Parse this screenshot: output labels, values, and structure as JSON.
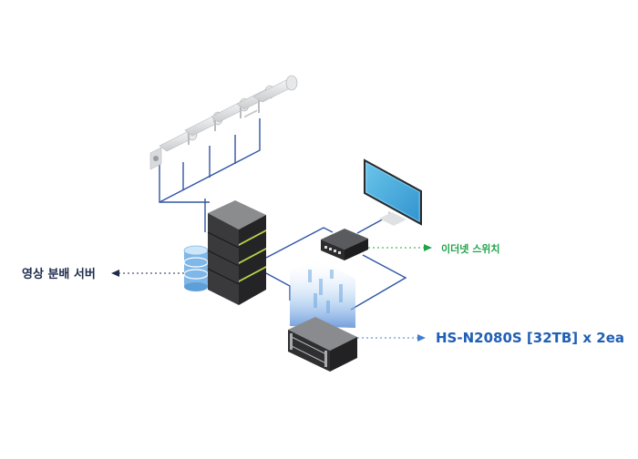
{
  "labels": {
    "video_server": "영상 분배 서버",
    "ethernet_switch": "이더넷 스위치",
    "storage": "HS-N2080S [32TB] x 2ea"
  },
  "colors": {
    "line": "#2f55a4",
    "switch_arrow": "#1fa34a",
    "storage_arrow": "#3f7fd0",
    "server_arrow": "#1f2b4d",
    "server_dark": "#2e2e30",
    "server_top": "#8b8c8e",
    "accent_green": "#b9d64a",
    "monitor_screen": "#4fb4e0",
    "db_blue": "#7fb7e8"
  },
  "icons": [
    "cctv-camera-icon",
    "server-rack-icon",
    "database-icon",
    "network-switch-icon",
    "monitor-icon",
    "nas-storage-icon",
    "arrow-icon"
  ]
}
